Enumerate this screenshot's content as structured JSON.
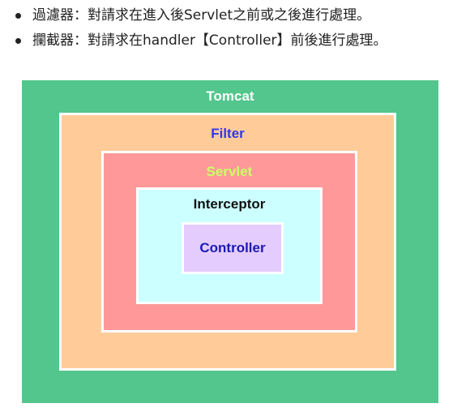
{
  "notes": [
    {
      "text": "過濾器：對請求在進入後Servlet之前或之後進行處理。"
    },
    {
      "text": "攔截器：對請求在handler【Controller】前後進行處理。"
    }
  ],
  "diagram": {
    "layers": [
      {
        "label": "Tomcat",
        "fill": "#52c68c",
        "text_color": "#ffffff"
      },
      {
        "label": "Filter",
        "fill": "#ffcc99",
        "text_color": "#3333ee"
      },
      {
        "label": "Servlet",
        "fill": "#ff9999",
        "text_color": "#ccff66"
      },
      {
        "label": "Interceptor",
        "fill": "#ccffff",
        "text_color": "#111111"
      },
      {
        "label": "Controller",
        "fill": "#e5ccff",
        "text_color": "#1a1ab3"
      }
    ]
  }
}
